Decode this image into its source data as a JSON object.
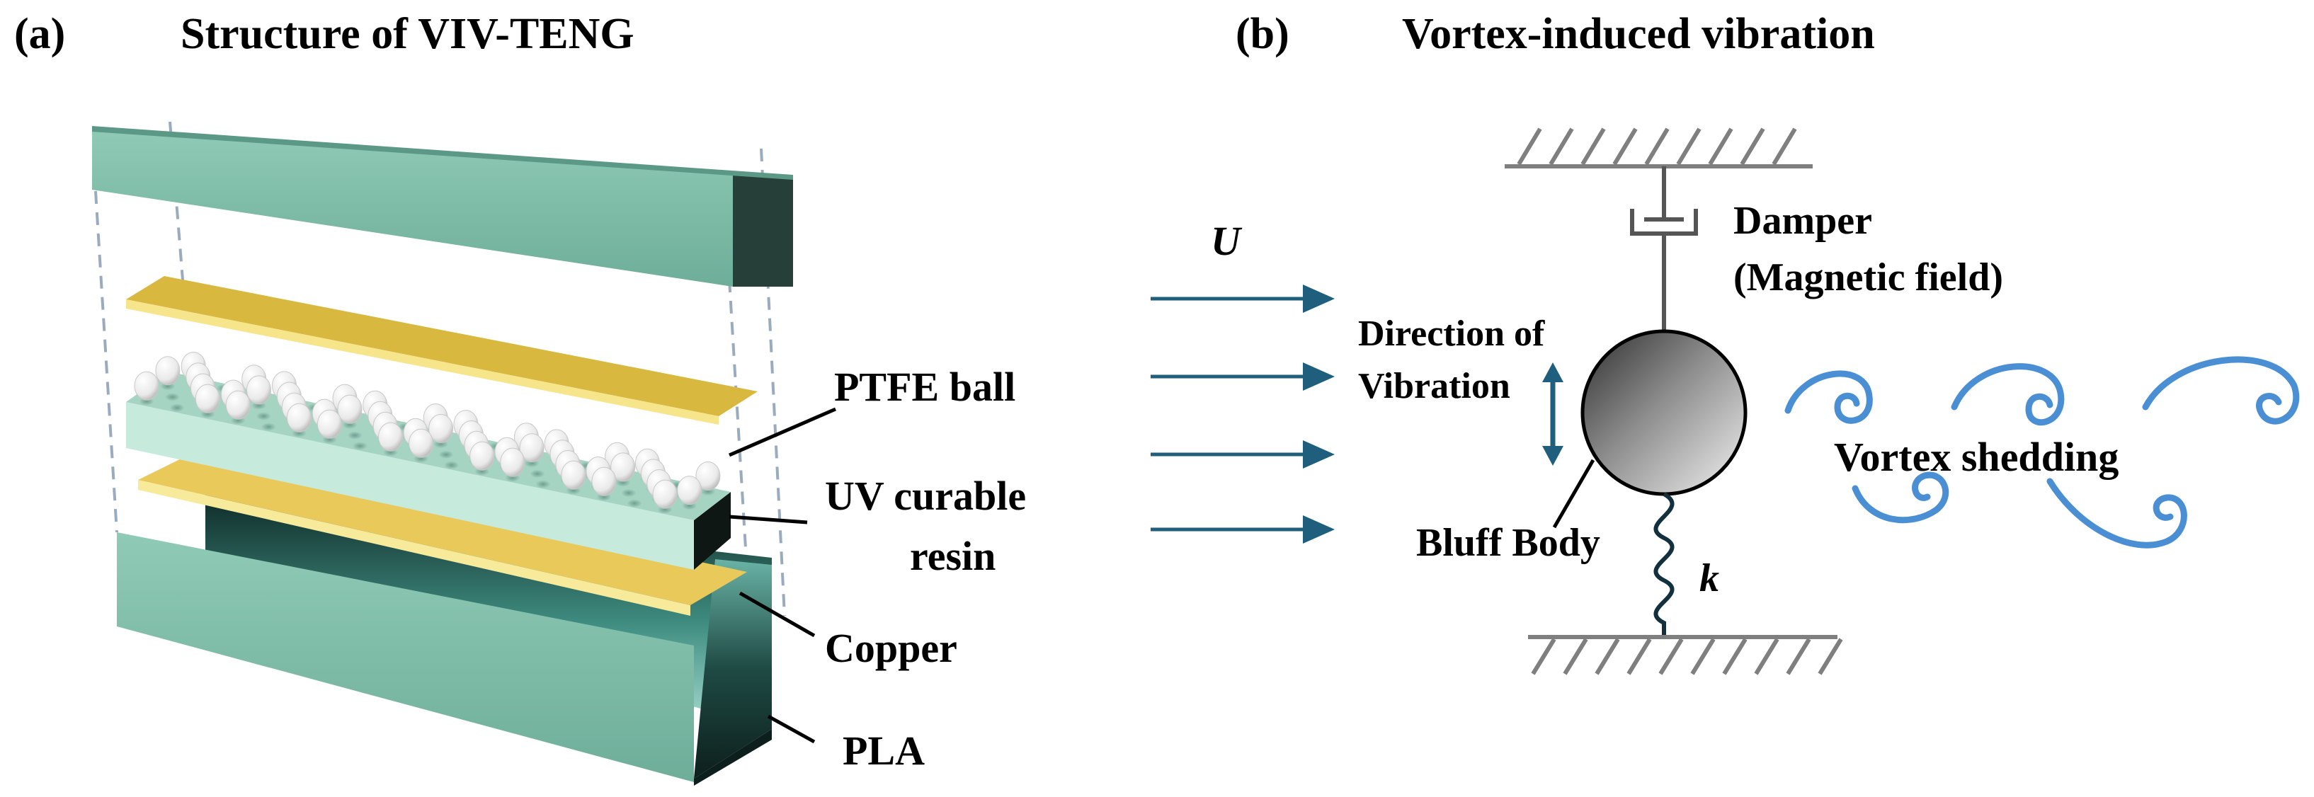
{
  "panel_a": {
    "label": "(a)",
    "title": "Structure of VIV-TENG",
    "labels": {
      "ptfe": "PTFE ball",
      "resin_1": "UV curable",
      "resin_2": "resin",
      "copper": "Copper",
      "pla": "PLA"
    },
    "colors": {
      "pla": "#7dbda8",
      "pla_dark": "#263f39",
      "copper": "#e8c95a",
      "resin": "#c6ebdd",
      "ball": "#f2f2f2"
    }
  },
  "panel_b": {
    "label": "(b)",
    "title": "Vortex-induced vibration",
    "labels": {
      "flow": "U",
      "damper_1": "Damper",
      "damper_2": "(Magnetic field)",
      "direction_1": "Direction of",
      "direction_2": "Vibration",
      "bluff_body": "Bluff Body",
      "spring": "k",
      "vortex": "Vortex shedding"
    },
    "colors": {
      "arrow": "#1f5f7d",
      "vortex": "#4a8fd4",
      "ground": "#7f7f7f"
    }
  }
}
